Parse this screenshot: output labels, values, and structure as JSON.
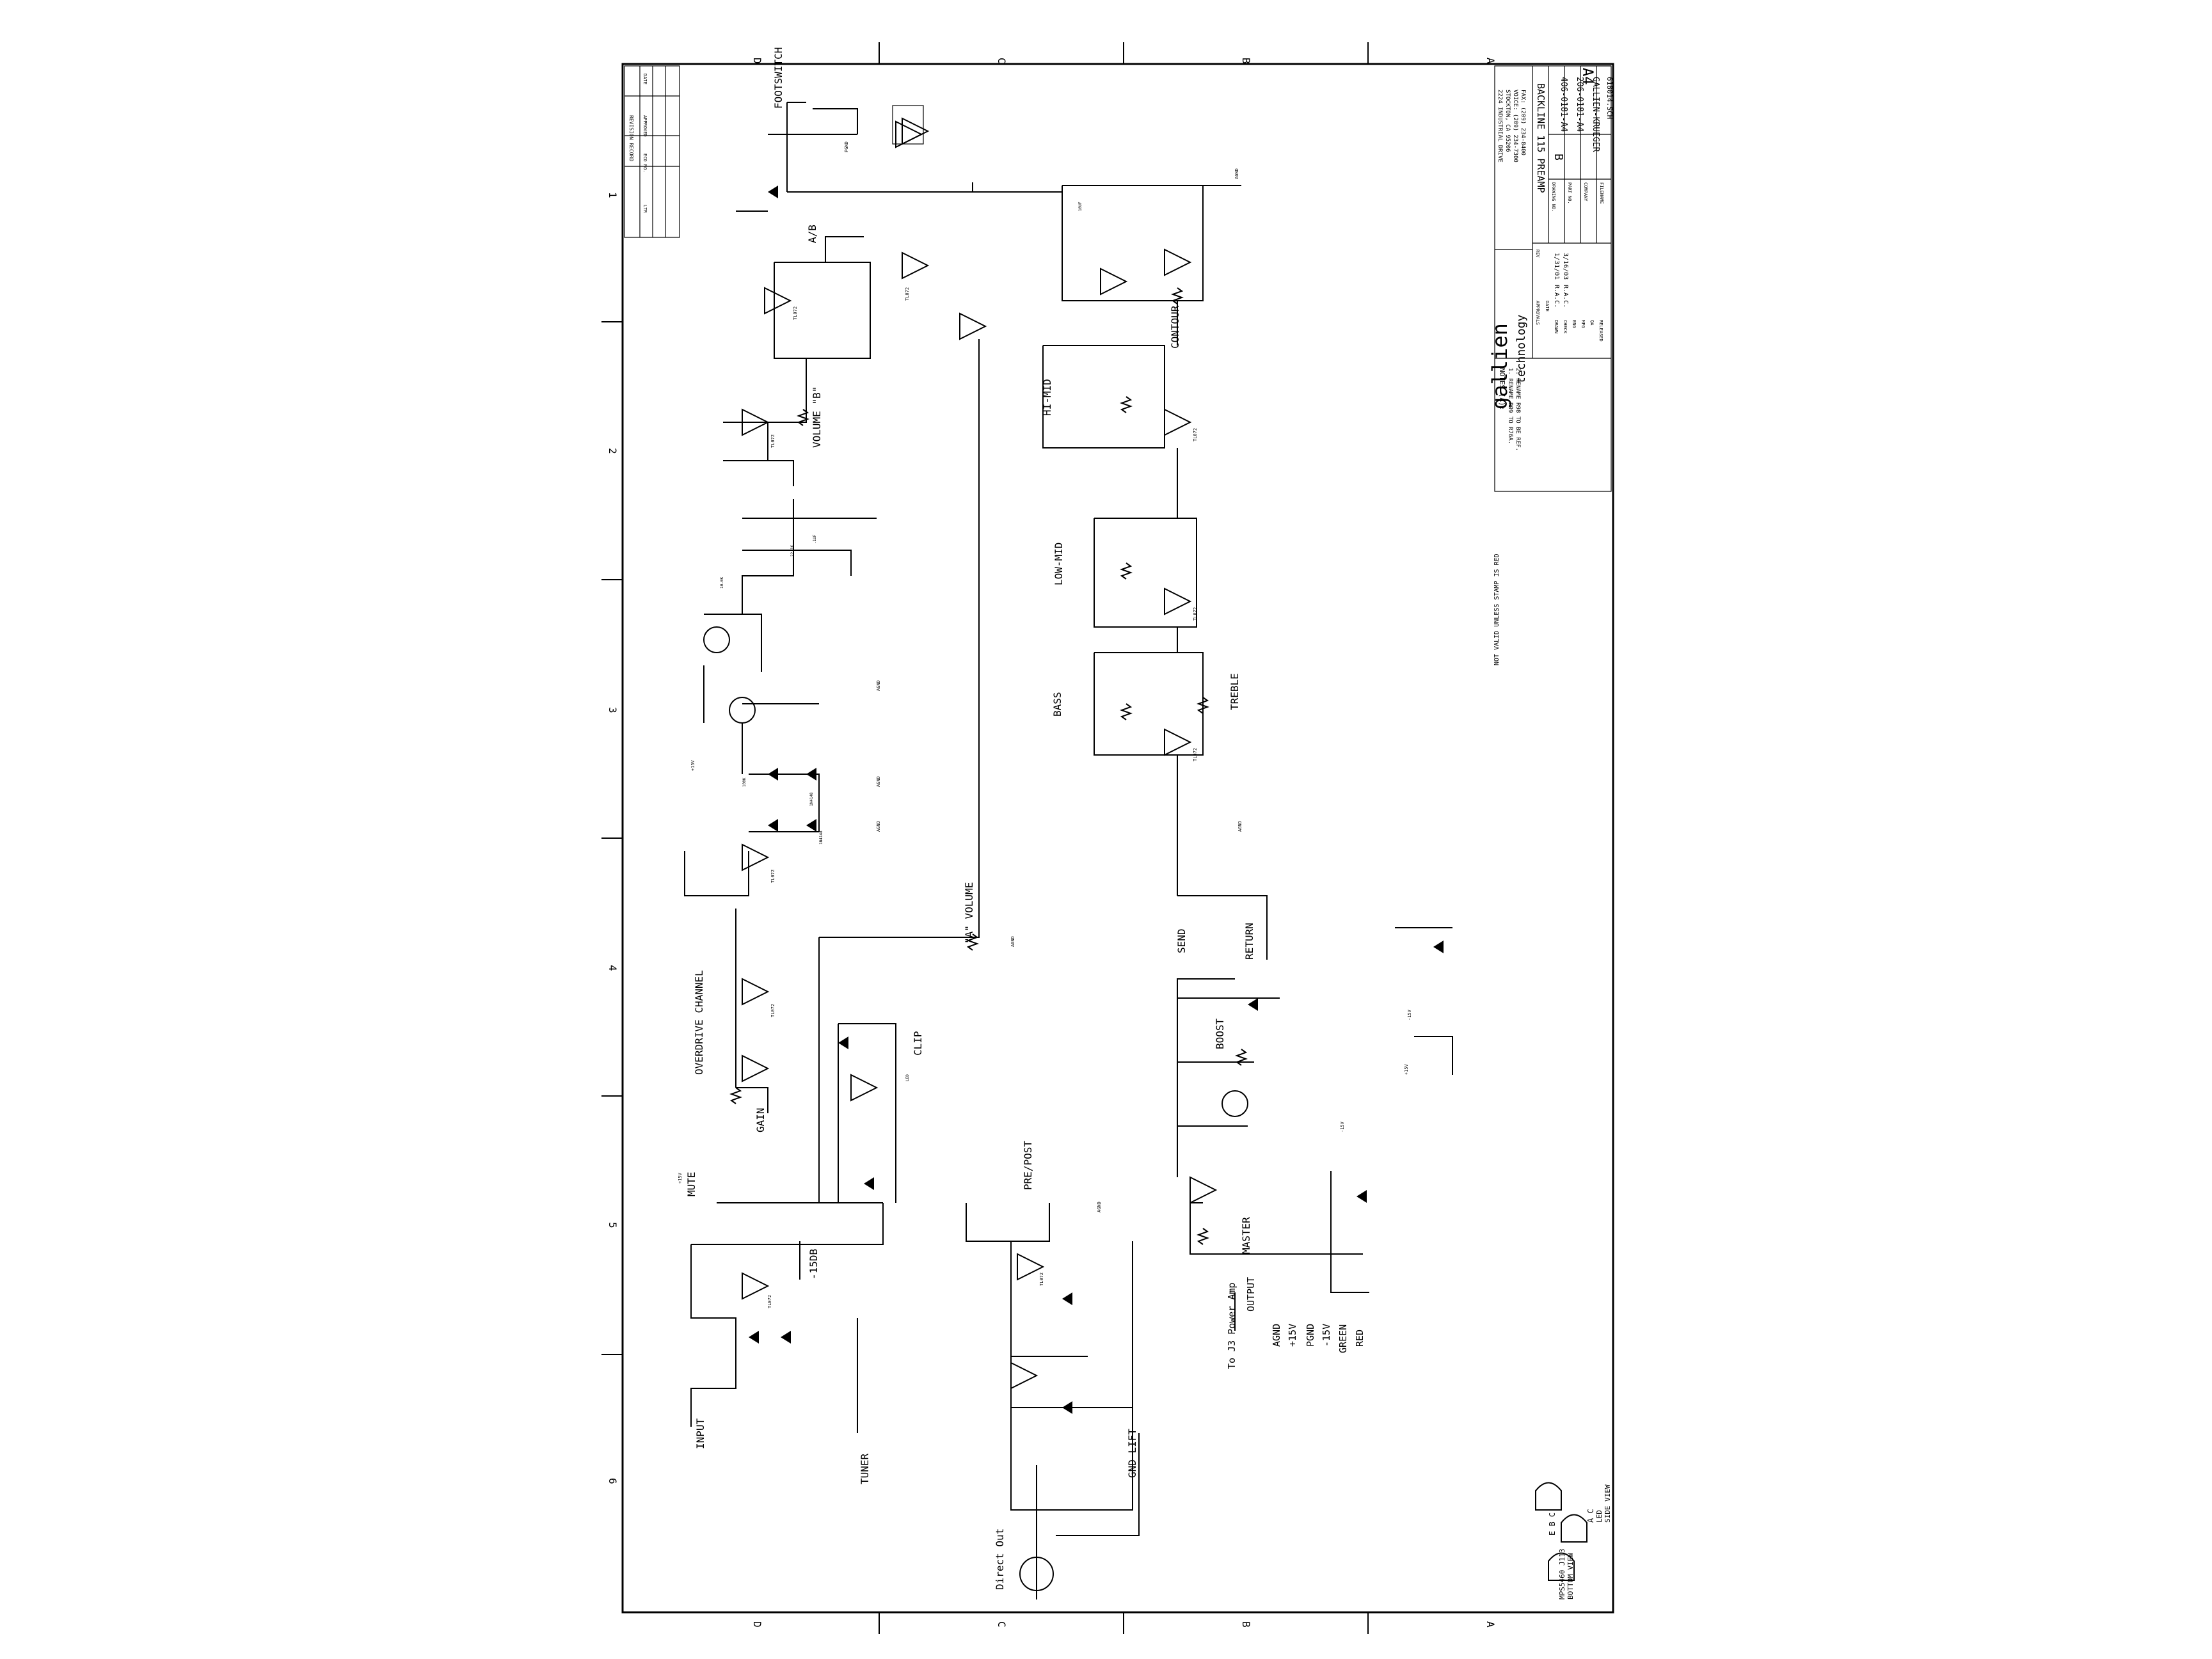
{
  "title_block": {
    "company": "gallien",
    "company_suffix": "technology",
    "address": [
      "2224 INDUSTRIAL DRIVE",
      "STOCKTON, CA 95206",
      "VOICE: (209) 234-7300",
      "FAX: (209) 234-8400"
    ],
    "notes_header": "NOTES (A):",
    "notes": [
      "1. RENAME R99 TO R76A.",
      "2. RENAME R98 TO BE REF."
    ],
    "title": "BACKLINE 115 PREAMP",
    "drawing_no": "406-0181-A4",
    "part_no": "206-0181-A4",
    "company_name": "GALLIEN-KRUEGER",
    "filename": "618014.SCH",
    "rev": "B",
    "size": "A4",
    "drawn_by": "R.A.C.",
    "checked_by": "R.A.C.",
    "date1": "1/31/01",
    "date2": "3/16/03",
    "field_labels": [
      "REV",
      "DATE",
      "DRAWN",
      "CHECK",
      "ENG",
      "MFG",
      "QA",
      "RELEASED",
      "DRAWING NO.",
      "PART NO.",
      "COMPANY",
      "FILENAME",
      "APPROVALS"
    ],
    "stamp_note": "NOT VALID UNLESS STAMP IS RED"
  },
  "revision_record": {
    "header": "REVISION RECORD",
    "columns": [
      "LTR",
      "ECO NO.",
      "APPROVED",
      "DATE"
    ]
  },
  "zones": {
    "columns": [
      "1",
      "2",
      "3",
      "4",
      "5",
      "6"
    ],
    "rows": [
      "D",
      "C",
      "B",
      "A"
    ]
  },
  "labels": {
    "footswitch": "FOOTSWITCH",
    "ab": "A/B",
    "volume_b": "VOLUME \"B\"",
    "overdrive": "OVERDRIVE CHANNEL",
    "gain": "GAIN",
    "mute": "MUTE",
    "input": "INPUT",
    "db": "-15DB",
    "tuner": "TUNER",
    "volume_a": "\"A\" VOLUME",
    "clip": "CLIP",
    "pre_post": "PRE/POST",
    "direct_out": "Direct Out",
    "gnd_lift": "GND LIFT",
    "master": "MASTER",
    "to_j3": "To J3 Power Amp",
    "output": "OUTPUT",
    "agnd": "AGND",
    "p15v": "+15V",
    "pgnd": "PGND",
    "m15v": "-15V",
    "green": "GREEN",
    "red": "RED",
    "contour": "CONTOUR",
    "hi_mid": "HI-MID",
    "low_mid": "LOW-MID",
    "bass": "BASS",
    "treble": "TREBLE",
    "send": "SEND",
    "return": "RETURN",
    "boost": "BOOST",
    "pinout1": "E B C",
    "pinout1_sub": "MPS5460 J113",
    "pinout1_view": "BOTTOM VIEW",
    "pinout2": "A C",
    "pinout2_sub": "LED",
    "pinout2_view": "SIDE VIEW"
  },
  "refs": {
    "op": "TL072",
    "gnd": "AGND",
    "pgnd": "PGND",
    "vp": "+15V",
    "vn": "-15V",
    "r10k": "10.0K",
    "r100k": "100K",
    "r22k": "22.1K",
    "c100n": ".1UF",
    "c10u": "10UF",
    "diode": "1N4148",
    "led": "LED"
  }
}
